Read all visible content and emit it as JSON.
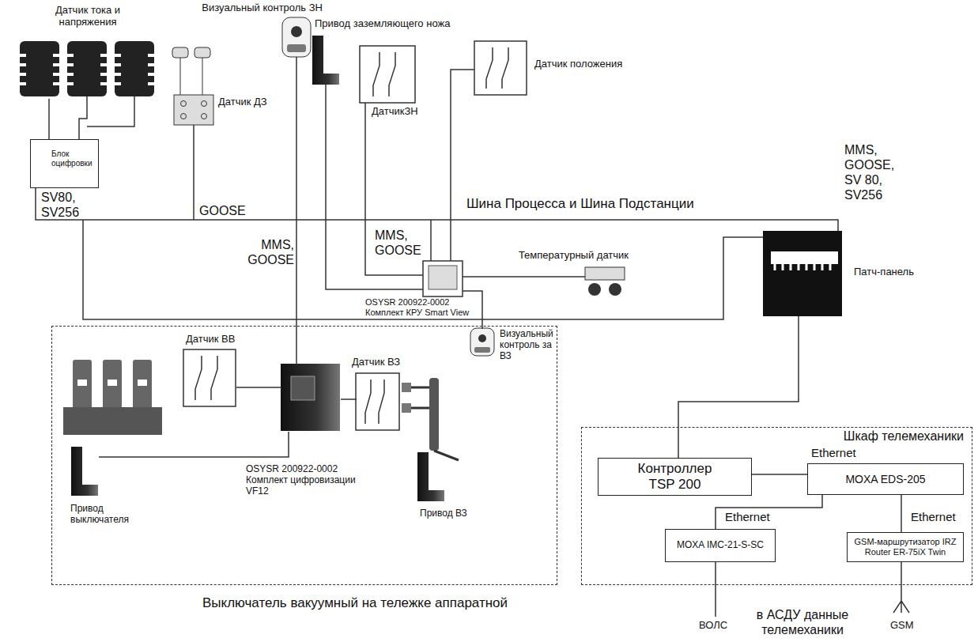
{
  "diagram": {
    "nodes": [
      {
        "text": [
          "Датчик тока и напряжения"
        ]
      },
      {
        "text": [
          "Блок оцифровки"
        ]
      },
      {
        "text": [
          "Датчик ДЗ"
        ]
      },
      {
        "text": [
          "Визуальный контроль ЗН"
        ]
      },
      {
        "text": [
          "Привод заземляющего ножа"
        ]
      },
      {
        "text": [
          "ДатчикЗН"
        ]
      },
      {
        "text": [
          "Датчик положения"
        ]
      },
      {
        "text": [
          "OSYSR 200922-0002 Комплект КРУ Smart View"
        ]
      },
      {
        "text": [
          "Температурный датчик"
        ]
      },
      {
        "text": [
          "Патч-панель"
        ]
      },
      {
        "text": [
          "Выключатель вакуумный на тележке аппаратной"
        ]
      },
      {
        "text": [
          "Датчик ВВ"
        ],
        "in": 10
      },
      {
        "text": [
          "OSYSR 200922-0002 Комплект цифровизации VF12"
        ],
        "in": 10
      },
      {
        "text": [
          "Датчик ВЗ"
        ],
        "in": 10
      },
      {
        "text": [
          "Визуальный контроль за ВЗ"
        ],
        "in": 10
      },
      {
        "text": [
          "Привод выключателя"
        ],
        "in": 10
      },
      {
        "text": [
          "Привод ВЗ"
        ],
        "in": 10
      },
      {
        "text": [
          "Шкаф телемеханики"
        ]
      },
      {
        "text": [
          "Контроллер TSP 200"
        ],
        "in": 17
      },
      {
        "text": [
          "MOXA EDS-205"
        ],
        "in": 17
      },
      {
        "text": [
          "MOXA IMC-21-S-SC"
        ],
        "in": 17
      },
      {
        "text": [
          "GSM-маршрутизатор IRZ Router ER-75iX Twin"
        ],
        "in": 17
      }
    ],
    "edges": [
      {
        "from": 0,
        "to": 1,
        "arrow": "none"
      },
      {
        "from": 3,
        "to": 12,
        "arrow": "none"
      },
      {
        "from": 4,
        "to": 7,
        "arrow": "none"
      },
      {
        "from": 5,
        "to": 7,
        "arrow": "none"
      },
      {
        "from": 6,
        "to": 7,
        "arrow": "none"
      },
      {
        "from": 8,
        "to": 7,
        "arrow": "none"
      },
      {
        "from": 7,
        "to": 14,
        "arrow": "none"
      },
      {
        "from": 12,
        "to": 11,
        "arrow": "none"
      },
      {
        "from": 12,
        "to": 13,
        "arrow": "none"
      },
      {
        "from": 12,
        "to": 15,
        "arrow": "none"
      },
      {
        "from": 9,
        "to": 18,
        "arrow": "none"
      },
      {
        "from": 18,
        "to": 19,
        "label": "Ethernet",
        "arrow": "none"
      },
      {
        "from": 19,
        "to": 20,
        "label": "Ethernet",
        "arrow": "none"
      },
      {
        "from": 19,
        "to": 21,
        "label": "Ethernet",
        "arrow": "none"
      }
    ],
    "labels": [
      "SV80, SV256",
      "GOOSE",
      "Шина Процесса и Шина Подстанции",
      "MMS, GOOSE, SV 80, SV256",
      "MMS, GOOSE",
      "MMS, GOOSE",
      "ВОЛС",
      "GSM",
      "в АСДУ данные телемеханики"
    ]
  }
}
